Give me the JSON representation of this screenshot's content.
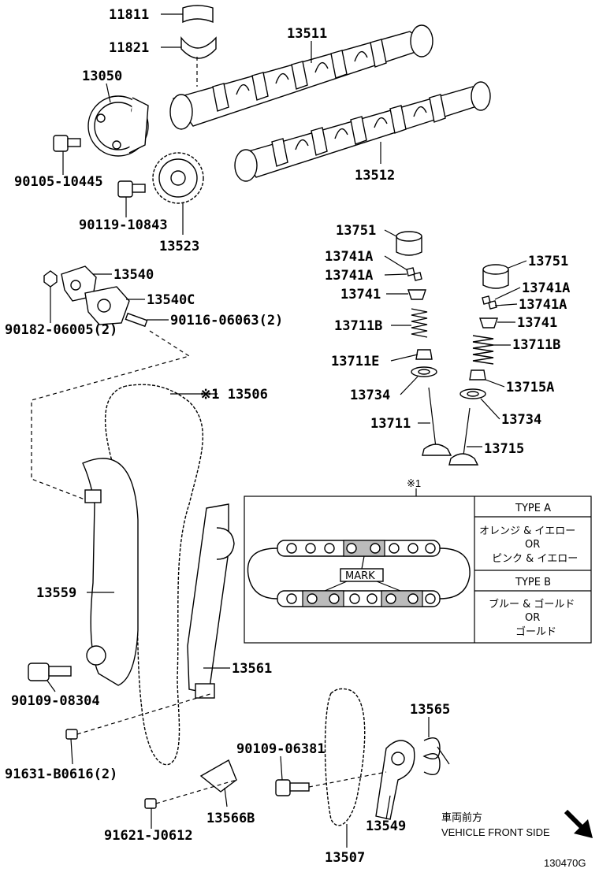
{
  "parts": [
    {
      "id": "p11811",
      "label": "11811"
    },
    {
      "id": "p11821",
      "label": "11821"
    },
    {
      "id": "p13511",
      "label": "13511"
    },
    {
      "id": "p13050",
      "label": "13050"
    },
    {
      "id": "p90105",
      "label": "90105-10445"
    },
    {
      "id": "p13512",
      "label": "13512"
    },
    {
      "id": "p90119",
      "label": "90119-10843"
    },
    {
      "id": "p13523",
      "label": "13523"
    },
    {
      "id": "p13751a",
      "label": "13751"
    },
    {
      "id": "p13741Aa",
      "label": "13741A"
    },
    {
      "id": "p13741Ab",
      "label": "13741A"
    },
    {
      "id": "p13751b",
      "label": "13751"
    },
    {
      "id": "p13741Ac",
      "label": "13741A"
    },
    {
      "id": "p13741Ad",
      "label": "13741A"
    },
    {
      "id": "p13540",
      "label": "13540"
    },
    {
      "id": "p13741a",
      "label": "13741"
    },
    {
      "id": "p13540C",
      "label": "13540C"
    },
    {
      "id": "p13741b",
      "label": "13741"
    },
    {
      "id": "p90182",
      "label": "90182-06005(2)"
    },
    {
      "id": "p90116",
      "label": "90116-06063(2)"
    },
    {
      "id": "p13711Ba",
      "label": "13711B"
    },
    {
      "id": "p13711Bb",
      "label": "13711B"
    },
    {
      "id": "p13711E",
      "label": "13711E"
    },
    {
      "id": "p13715A",
      "label": "13715A"
    },
    {
      "id": "p13734a",
      "label": "13734"
    },
    {
      "id": "p13506",
      "label": "※1 13506"
    },
    {
      "id": "p13734b",
      "label": "13734"
    },
    {
      "id": "p13711",
      "label": "13711"
    },
    {
      "id": "p13715",
      "label": "13715"
    },
    {
      "id": "p13559",
      "label": "13559"
    },
    {
      "id": "p13561",
      "label": "13561"
    },
    {
      "id": "p90109a",
      "label": "90109-08304"
    },
    {
      "id": "p13565",
      "label": "13565"
    },
    {
      "id": "p91631",
      "label": "91631-B0616(2)"
    },
    {
      "id": "p90109b",
      "label": "90109-06381"
    },
    {
      "id": "p13566B",
      "label": "13566B"
    },
    {
      "id": "p13549",
      "label": "13549"
    },
    {
      "id": "p91621",
      "label": "91621-J0612"
    },
    {
      "id": "p13507",
      "label": "13507"
    }
  ],
  "inset": {
    "ref": "※1",
    "mark_label": "MARK",
    "type_a_title": "TYPE A",
    "type_a_line1": "オレンジ & イエロー",
    "type_a_or": "OR",
    "type_a_line2": "ピンク & イエロー",
    "type_b_title": "TYPE B",
    "type_b_line1": "ブルー & ゴールド",
    "type_b_or": "OR",
    "type_b_line2": "ゴールド"
  },
  "direction": {
    "jp": "車両前方",
    "en": "VEHICLE FRONT SIDE",
    "arrow_icon": "arrow-down-right-icon"
  },
  "figure_id": "130470G"
}
